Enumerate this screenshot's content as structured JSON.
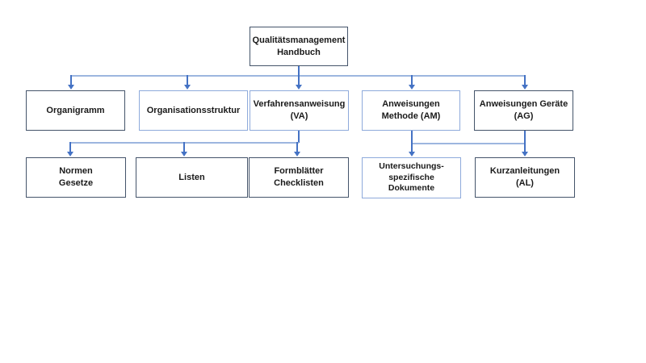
{
  "colors": {
    "box_border_dark": "#44546A",
    "box_border_light": "#8EAADB",
    "connector_dark": "#4472C4",
    "connector_light": "#9DB6DF",
    "text": "#1A1A1A",
    "background": "#FFFFFF"
  },
  "nodes": {
    "root": {
      "lines": [
        "Qualitätsmanagement",
        "Handbuch"
      ]
    },
    "organigramm": {
      "lines": [
        "Organigramm"
      ]
    },
    "orgstruktur": {
      "lines": [
        "Organisationsstruktur"
      ]
    },
    "va": {
      "lines": [
        "Verfahrensanweisung",
        "(VA)"
      ]
    },
    "am": {
      "lines": [
        "Anweisungen",
        "Methode (AM)"
      ]
    },
    "ag": {
      "lines": [
        "Anweisungen Geräte",
        "(AG)"
      ]
    },
    "normen": {
      "lines": [
        "Normen",
        "Gesetze"
      ]
    },
    "listen": {
      "lines": [
        "Listen"
      ]
    },
    "formblatt": {
      "lines": [
        "Formblätter",
        "Checklisten"
      ]
    },
    "udok": {
      "lines": [
        "Untersuchungs-",
        "spezifische",
        "Dokumente"
      ]
    },
    "kurz": {
      "lines": [
        "Kurzanleitungen",
        "(AL)"
      ]
    }
  },
  "edges": [
    {
      "from": "root",
      "to": "organigramm"
    },
    {
      "from": "root",
      "to": "orgstruktur"
    },
    {
      "from": "root",
      "to": "va"
    },
    {
      "from": "root",
      "to": "am"
    },
    {
      "from": "root",
      "to": "ag"
    },
    {
      "from": "va",
      "to": "normen"
    },
    {
      "from": "va",
      "to": "listen"
    },
    {
      "from": "va",
      "to": "formblatt"
    },
    {
      "from": "am",
      "to": "udok"
    },
    {
      "from": "ag",
      "to": "kurz"
    }
  ]
}
